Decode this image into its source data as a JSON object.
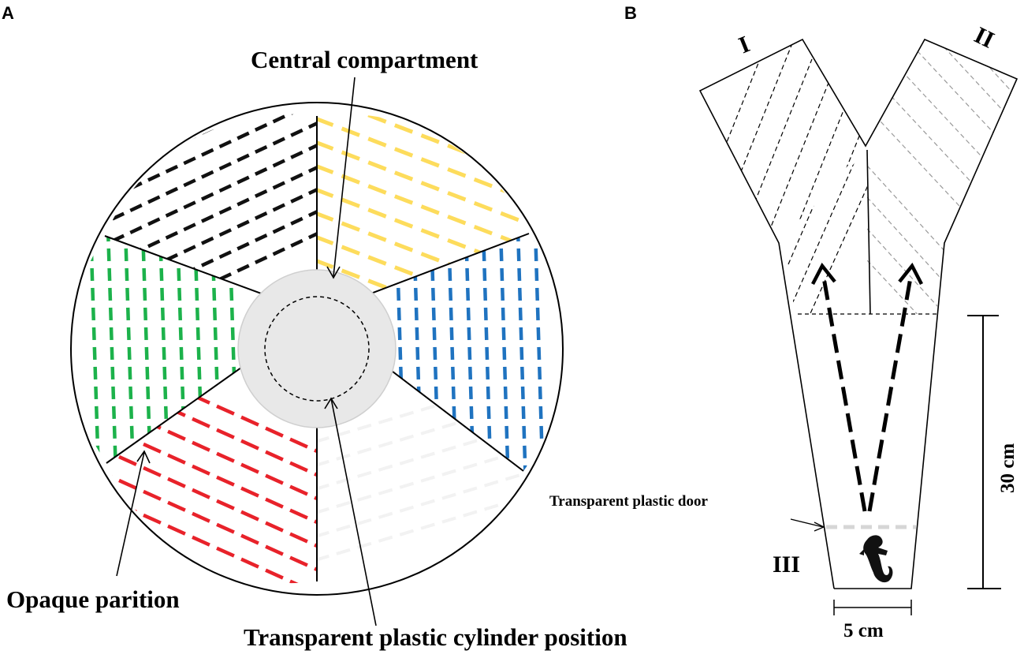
{
  "panels": {
    "a": "A",
    "b": "B"
  },
  "panel_a": {
    "central_compartment": "Central compartment",
    "opaque_partition": "Opaque parition",
    "cylinder_position": "Transparent plastic cylinder position",
    "sector_colors": {
      "black": "#111111",
      "yellow": "#fddc5c",
      "blue": "#1f73c0",
      "white": "#f2f2f2",
      "red": "#e8222a",
      "green": "#1cb24b"
    },
    "center_fill": "#e8e8e8"
  },
  "panel_b": {
    "arm_1": "I",
    "arm_2": "II",
    "start_area": "III",
    "door_label": "Transparent plastic door",
    "length": "30 cm",
    "width": "5 cm",
    "animal_icon": "seahorse-icon"
  }
}
